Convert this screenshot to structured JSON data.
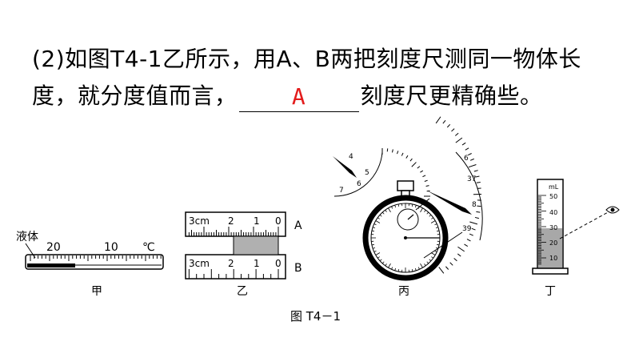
{
  "question": {
    "line1": "(2)如图T4-1乙所示，用A、B两把刻度尺测同一物体长",
    "line2_before": "度，就分度值而言，",
    "answer": "A",
    "line2_after": "刻度尺更精确些。"
  },
  "figure": {
    "jia": {
      "label_liquid": "液体",
      "tick_20": "20",
      "tick_10": "10",
      "unit": "℃",
      "caption": "甲"
    },
    "yi": {
      "ruler_a": "A",
      "ruler_b": "B",
      "nums": [
        "0",
        "1",
        "2",
        "3cm"
      ],
      "caption": "乙"
    },
    "bing": {
      "outer": [
        "6",
        "37",
        "8",
        "39"
      ],
      "inner": [
        "4",
        "5",
        "6",
        "7"
      ],
      "caption": "丙"
    },
    "ding": {
      "unit": "mL",
      "marks": [
        "50",
        "40",
        "30",
        "20",
        "10"
      ],
      "caption": "丁"
    },
    "title": "图 T4－1"
  }
}
